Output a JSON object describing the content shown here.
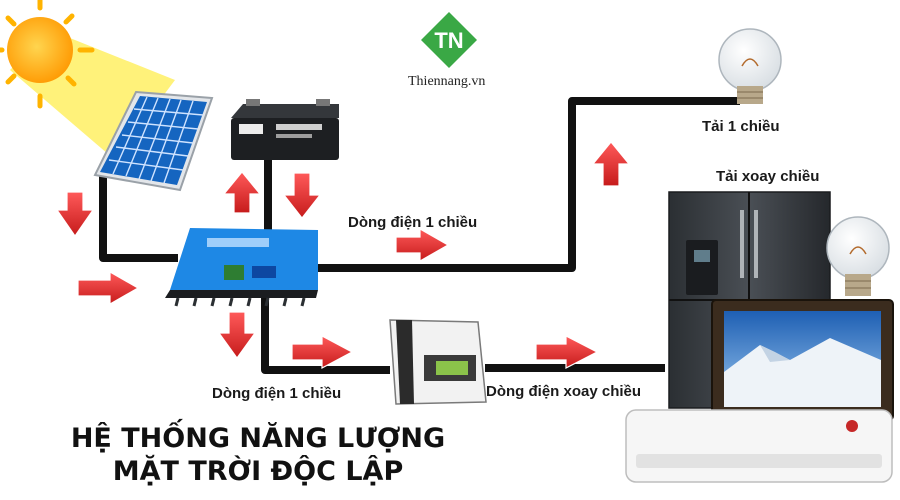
{
  "brand": {
    "logo_letters": "TN",
    "site": "Thiennang.vn"
  },
  "labels": {
    "dc_top": "Dòng điện 1 chiều",
    "dc_bottom": "Dòng điện 1 chiều",
    "ac_flow": "Dòng điện xoay chiều",
    "dc_load": "Tải 1 chiều",
    "ac_load": "Tải xoay chiều"
  },
  "title": {
    "line1": "HỆ THỐNG NĂNG LƯỢNG",
    "line2": "MẶT TRỜI ĐỘC LẬP"
  },
  "colors": {
    "arrow": "#e42a2a",
    "wire": "#111111",
    "sun": "#ffb300",
    "sun_ray": "#fff27a",
    "panel": "#1565c0",
    "controller": "#1e88e5",
    "logo": "#3aa845"
  }
}
